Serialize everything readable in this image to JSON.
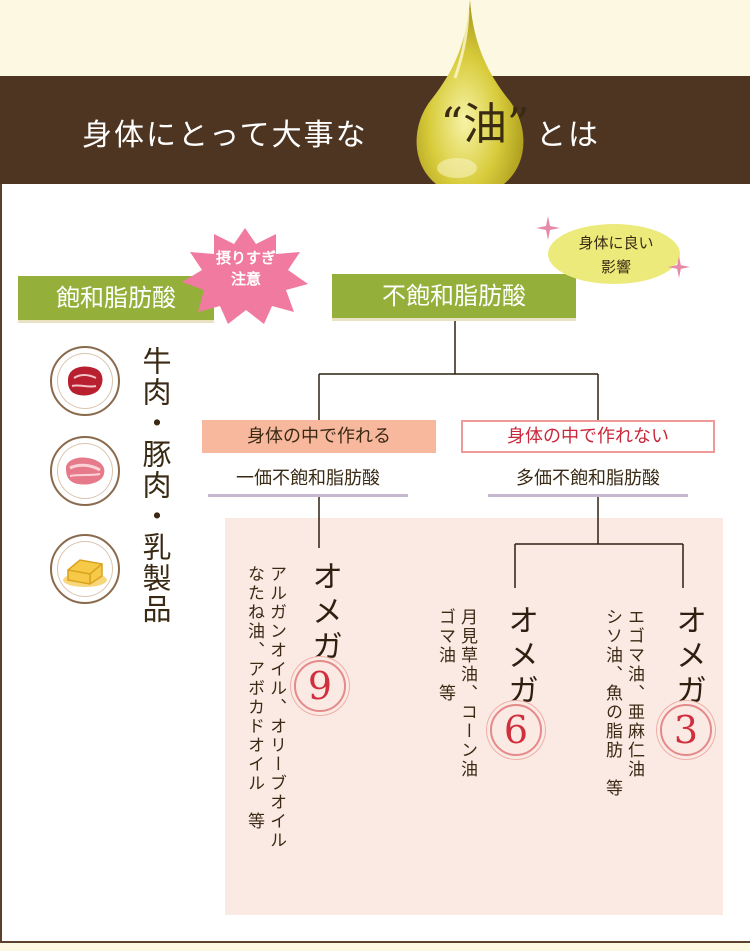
{
  "header": {
    "title_prefix": "身体にとって大事な",
    "title_oil": "“油”",
    "title_suffix": "とは"
  },
  "saturated": {
    "label": "飽和脂肪酸",
    "warning_badge": "摂りすぎ\n注意",
    "foods_label": "牛肉・豚肉・乳製品",
    "food_icons": [
      "beef-icon",
      "pork-icon",
      "butter-icon"
    ]
  },
  "unsaturated": {
    "label": "不飽和脂肪酸",
    "good_badge": "身体に良い\n影響"
  },
  "mono": {
    "tag": "身体の中で作れる",
    "label": "一価不飽和脂肪酸",
    "omega_text": "オメガ",
    "omega_number": "9",
    "oils": [
      "アルガンオイル、オリーブオイル",
      "なたね油、アボカドオイル　等"
    ]
  },
  "poly": {
    "tag": "身体の中で作れない",
    "label": "多価不飽和脂肪酸",
    "omega6": {
      "omega_text": "オメガ",
      "omega_number": "6",
      "oils": [
        "月見草油、コーン油",
        "ゴマ油　等"
      ]
    },
    "omega3": {
      "omega_text": "オメガ",
      "omega_number": "3",
      "oils": [
        "エゴマ油、亜麻仁油",
        "シソ油、魚の脂肪　等"
      ]
    }
  },
  "colors": {
    "header_brown": "#4e3521",
    "cream_bg": "#fdf8e2",
    "green": "#95b03a",
    "pink_burst": "#f07aa0",
    "yellow_badge": "#ecea7a",
    "salmon": "#f8b89e",
    "pink_area": "#fbeae4",
    "red_text": "#c9283a"
  }
}
